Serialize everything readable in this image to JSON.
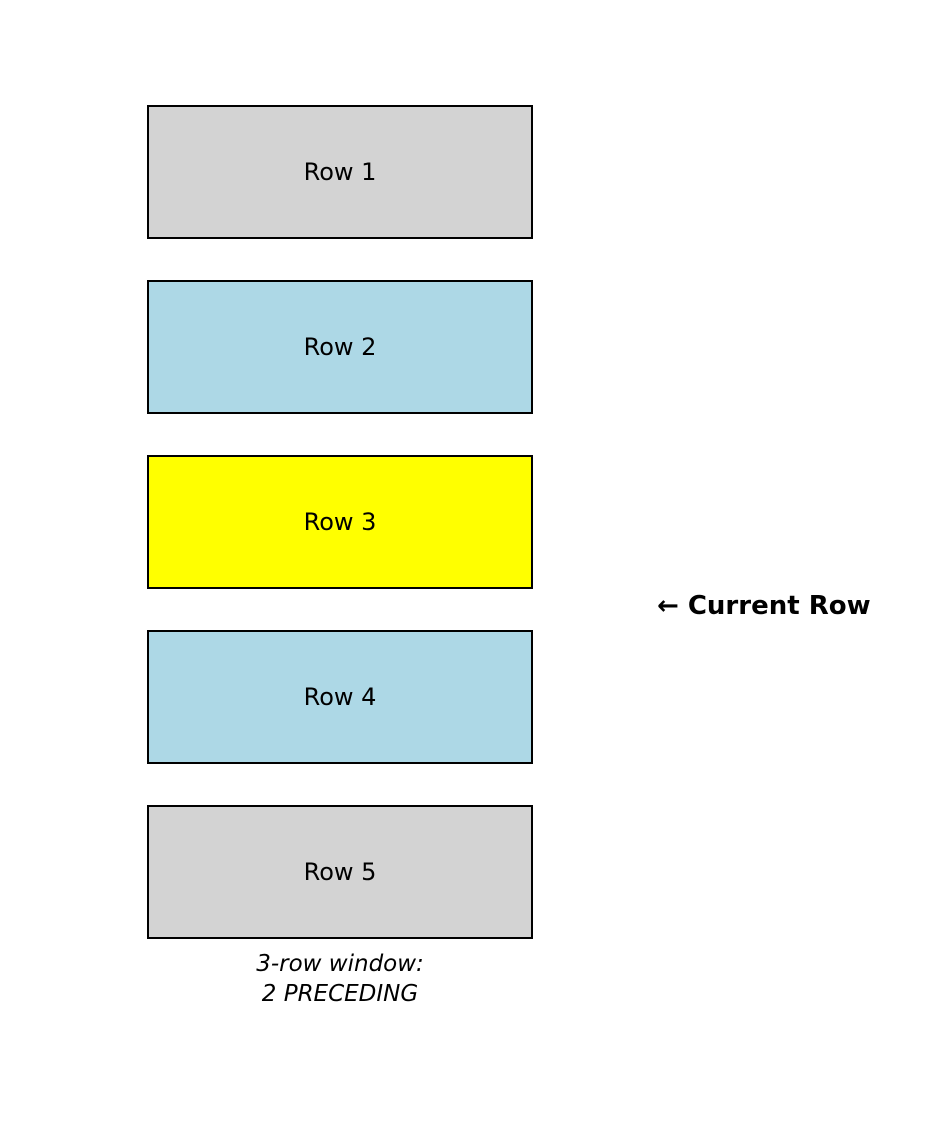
{
  "diagram": {
    "title_semantic": "sql-window-frame-illustration",
    "rows": [
      {
        "label": "Row 1",
        "color": "#d3d3d3",
        "role": "outside-window"
      },
      {
        "label": "Row 2",
        "color": "#add8e6",
        "role": "in-window-preceding"
      },
      {
        "label": "Row 3",
        "color": "#ffff00",
        "role": "current-row"
      },
      {
        "label": "Row 4",
        "color": "#add8e6",
        "role": "in-window"
      },
      {
        "label": "Row 5",
        "color": "#d3d3d3",
        "role": "outside-window"
      }
    ],
    "annotation": {
      "label": "← Current Row",
      "arrow_glyph": "←"
    },
    "caption": {
      "line1": "3-row window:",
      "line2": "2 PRECEDING"
    },
    "colors": {
      "current_row_fill": "#ffff00",
      "window_row_fill": "#add8e6",
      "outside_row_fill": "#d3d3d3",
      "border": "#000000",
      "background": "#ffffff",
      "text": "#000000"
    }
  }
}
